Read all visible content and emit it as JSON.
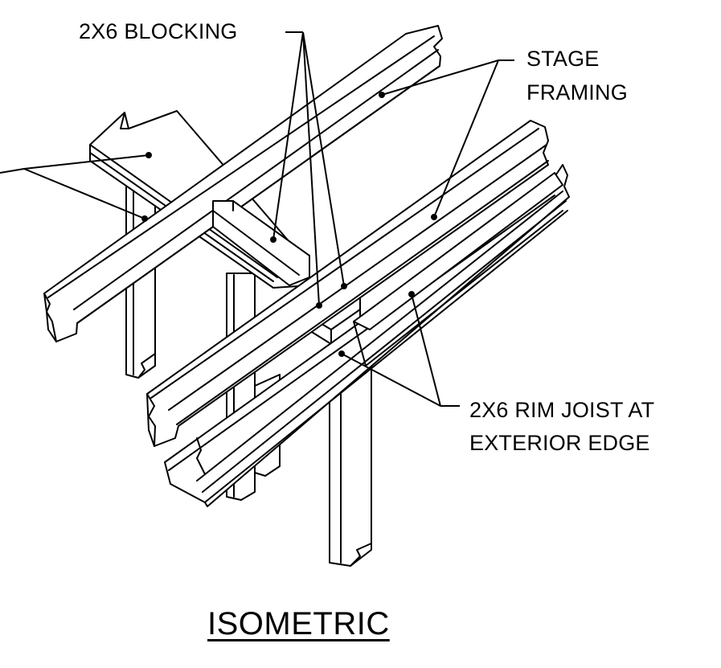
{
  "labels": {
    "blocking": "2X6 BLOCKING",
    "stage_framing_line1": "STAGE",
    "stage_framing_line2": "FRAMING",
    "rim_joist_line1": "2X6 RIM JOIST AT",
    "rim_joist_line2": "EXTERIOR EDGE"
  },
  "title": "ISOMETRIC",
  "colors": {
    "line": "#000000",
    "background": "#ffffff"
  }
}
